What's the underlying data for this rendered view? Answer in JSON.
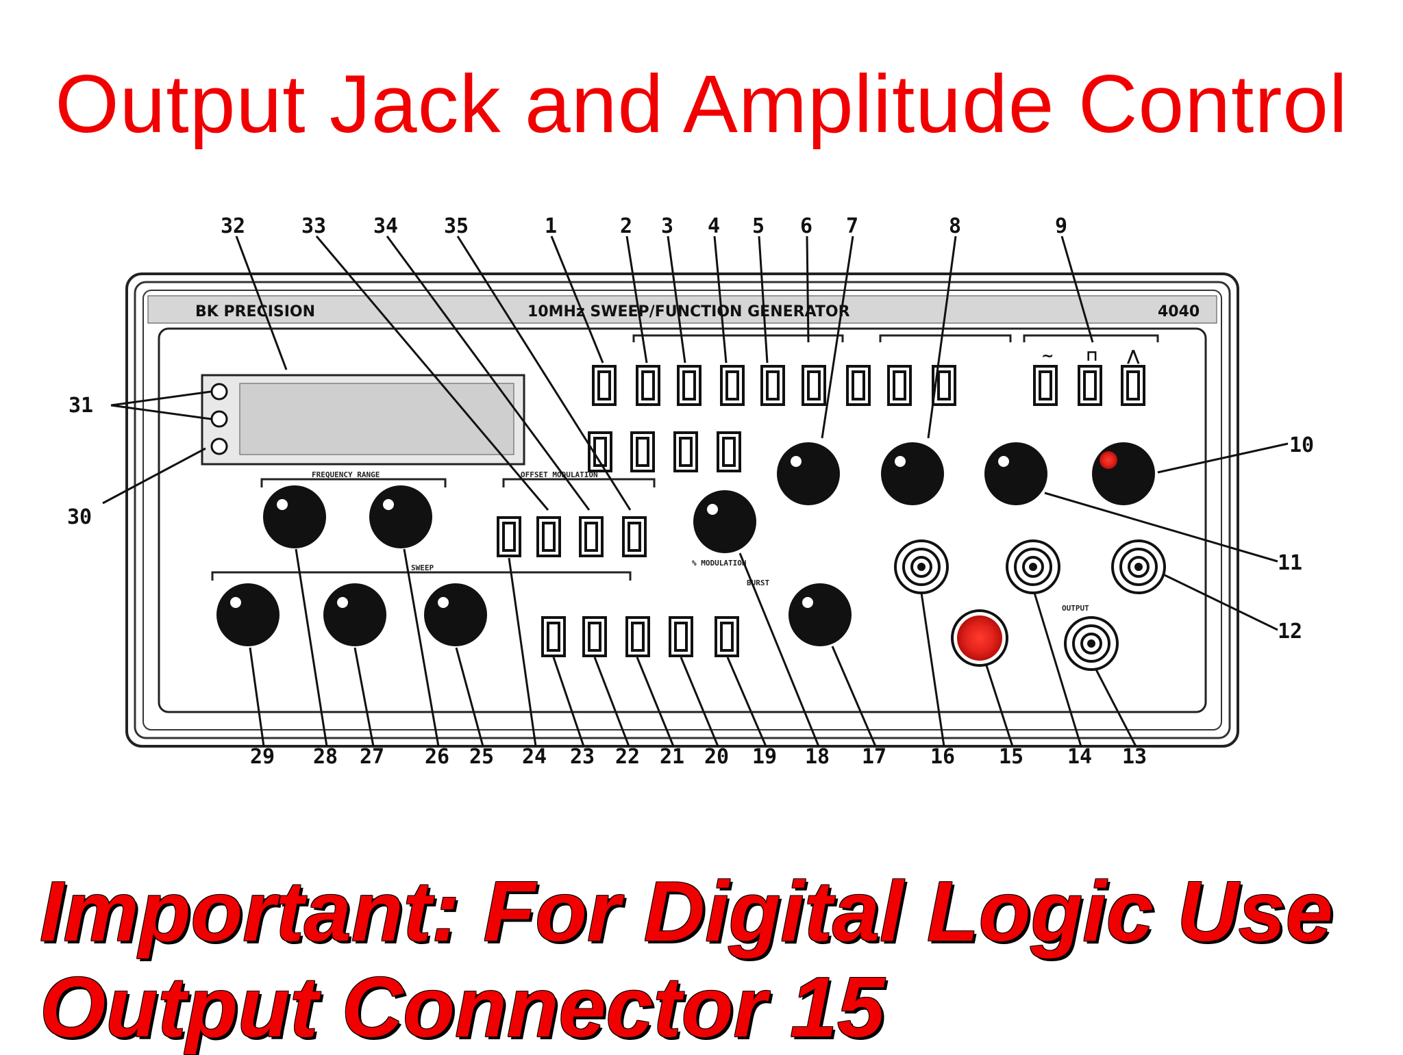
{
  "title": "Output Jack and Amplitude Control",
  "note": {
    "line1": "Important: For Digital Logic Use",
    "line2": "Output Connector 15"
  },
  "panel": {
    "brand": "BK PRECISION",
    "model_title": "10MHz SWEEP/FUNCTION GENERATOR",
    "model_number": "4040",
    "group_frequency_range": "FREQUENCY RANGE",
    "group_sweep": "SWEEP",
    "group_modulation": "% MODULATION",
    "group_burst": "BURST",
    "group_offset_modulation": "OFFSET MODULATION",
    "output_label": "OUTPUT",
    "waveforms": [
      "~",
      "⊓",
      "⋀"
    ]
  },
  "callouts": {
    "top": [
      "32",
      "33",
      "34",
      "35",
      "1",
      "2",
      "3",
      "4",
      "5",
      "6",
      "7",
      "8",
      "9"
    ],
    "left": [
      "31",
      "30"
    ],
    "right": [
      "10",
      "11",
      "12"
    ],
    "bottom": [
      "29",
      "28",
      "27",
      "26",
      "25",
      "24",
      "23",
      "22",
      "21",
      "20",
      "19",
      "18",
      "17",
      "16",
      "15",
      "14",
      "13"
    ]
  },
  "colors": {
    "title_red": "#f00000",
    "highlight_red": "#e3231c",
    "ink": "#111111"
  }
}
